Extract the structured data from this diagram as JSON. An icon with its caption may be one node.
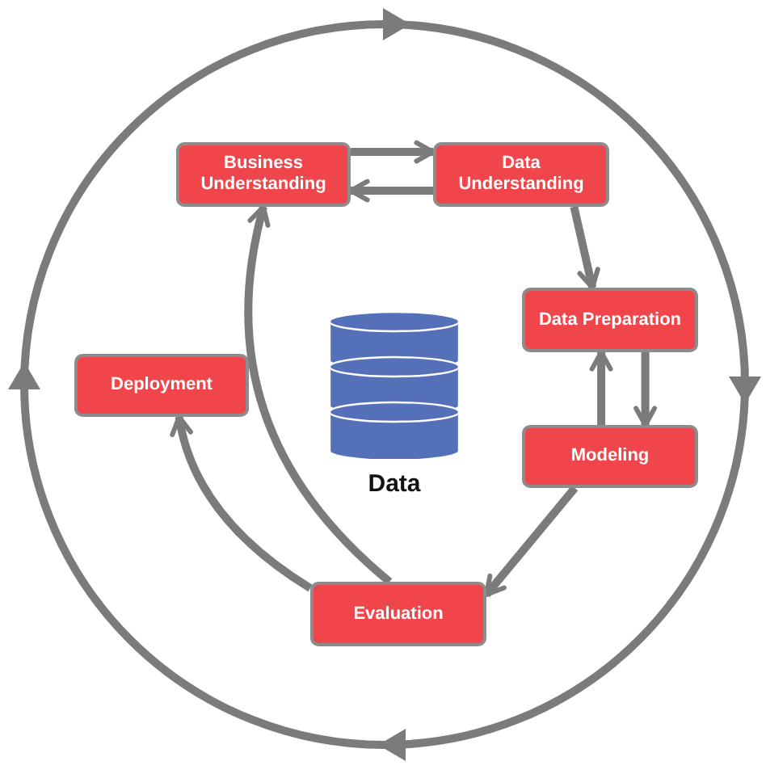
{
  "diagram": {
    "nodes": [
      {
        "text": [
          "Business Understanding"
        ]
      },
      {
        "text": [
          "Data Understanding"
        ]
      },
      {
        "text": [
          "Data Preparation"
        ]
      },
      {
        "text": [
          "Data"
        ]
      },
      {
        "text": [
          "Deployment"
        ]
      },
      {
        "text": [
          "Modeling"
        ]
      },
      {
        "text": [
          "Evaluation"
        ]
      }
    ],
    "edges": [
      {
        "from": 0,
        "to": 1,
        "arrow": "to"
      },
      {
        "from": 1,
        "to": 0,
        "arrow": "to"
      },
      {
        "from": 1,
        "to": 2,
        "arrow": "to"
      },
      {
        "from": 2,
        "to": 5,
        "arrow": "to"
      },
      {
        "from": 5,
        "to": 2,
        "arrow": "to"
      },
      {
        "from": 5,
        "to": 6,
        "arrow": "to"
      },
      {
        "from": 6,
        "to": 0,
        "arrow": "to"
      },
      {
        "from": 6,
        "to": 4,
        "arrow": "to"
      }
    ]
  }
}
